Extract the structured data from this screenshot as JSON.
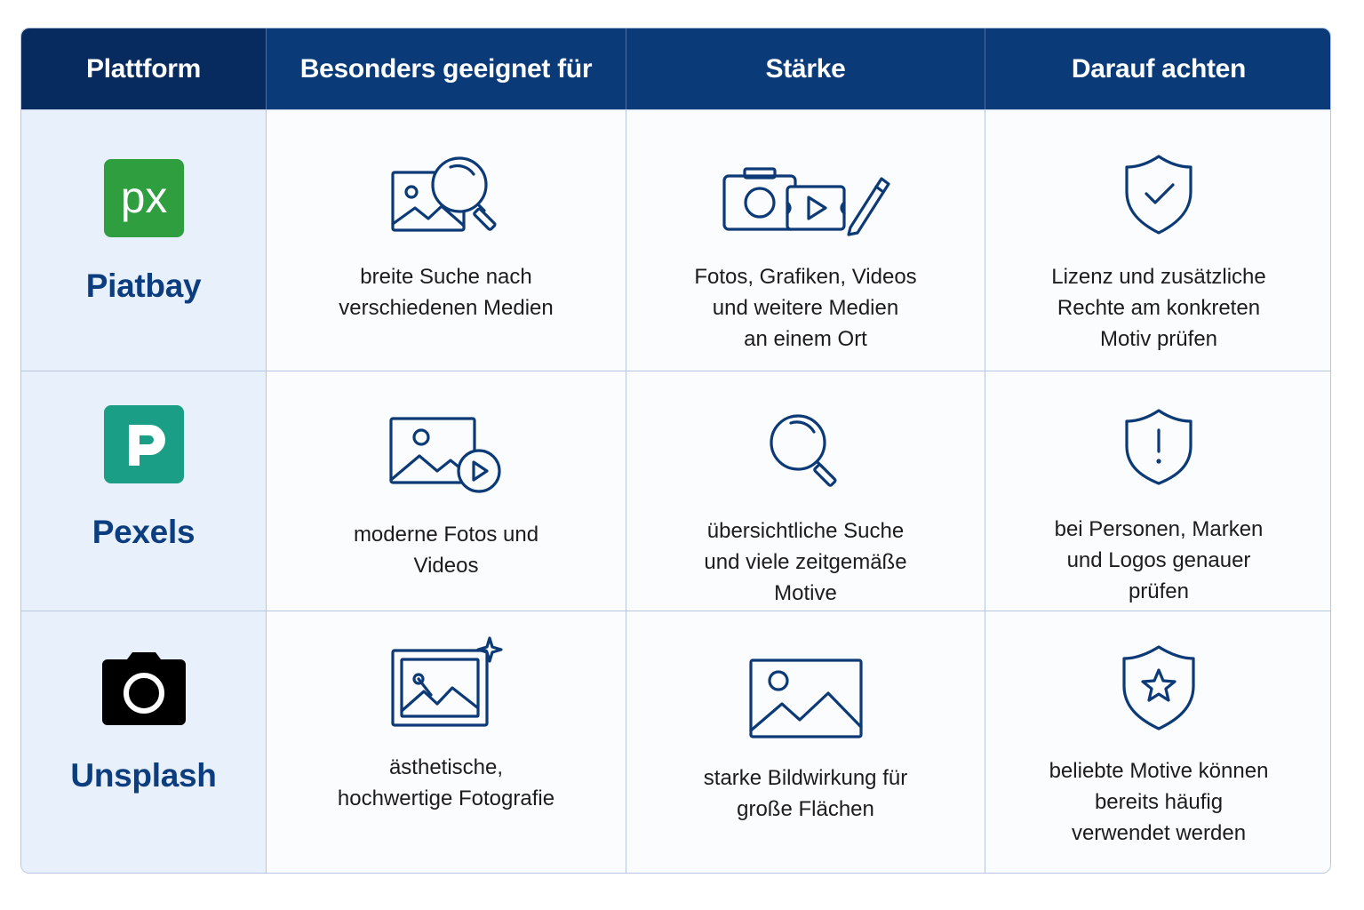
{
  "header": [
    "Plattform",
    "Besonders geeignet für",
    "Stärke",
    "Darauf achten"
  ],
  "rows": [
    {
      "platform": "Piatbay",
      "logo_text": "px",
      "logo_color": "#2e9e3f",
      "suited": "breite Suche nach\nverschiedenen Medien",
      "strength": "Fotos, Grafiken, Videos\nund weitere Medien\nan einem Ort",
      "caution": "Lizenz und zusätzliche\nRechte am konkreten\nMotiv prüfen"
    },
    {
      "platform": "Pexels",
      "logo_color": "#1a9e86",
      "suited": "moderne Fotos und\nVideos",
      "strength": "übersichtliche Suche\nund viele zeitgemäße\nMotive",
      "caution": "bei Personen, Marken\nund Logos genauer\nprüfen"
    },
    {
      "platform": "Unsplash",
      "logo_color": "#000000",
      "suited": "ästhetische,\nhochwertige Fotografie",
      "strength": "starke Bildwirkung für\ngroße Flächen",
      "caution": "beliebte Motive können\nbereits häufig\nverwendet werden"
    }
  ],
  "icons": {
    "row0": [
      "image-search-icon",
      "media-collection-icon",
      "shield-check-icon"
    ],
    "row1": [
      "image-video-icon",
      "magnifier-icon",
      "shield-alert-icon"
    ],
    "row2": [
      "framed-photo-sparkle-icon",
      "landscape-image-icon",
      "shield-star-icon"
    ]
  },
  "colors": {
    "header_bg": "#0a3a78",
    "platform_col_bg": "#e8f0fb",
    "text_dark_blue": "#0c3d7e",
    "icon_stroke": "#0c3a76"
  }
}
